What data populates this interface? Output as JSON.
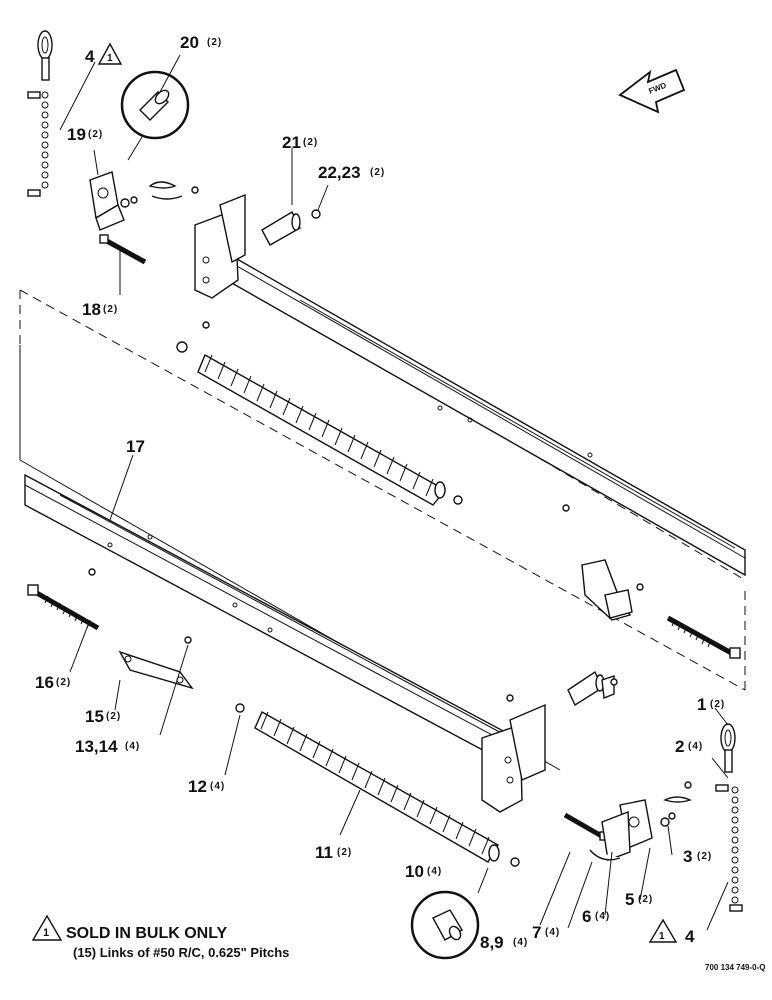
{
  "fwd_label": "FWD",
  "callouts": {
    "c1": {
      "num": "1",
      "qty": "(2)"
    },
    "c2": {
      "num": "2",
      "qty": "(4)"
    },
    "c3": {
      "num": "3",
      "qty": "(2)"
    },
    "c4_top": {
      "num": "4"
    },
    "c4_bottom": {
      "num": "4"
    },
    "c5": {
      "num": "5",
      "qty": "(2)"
    },
    "c6": {
      "num": "6",
      "qty": "(4)"
    },
    "c7": {
      "num": "7",
      "qty": "(4)"
    },
    "c8_9": {
      "num": "8,9",
      "qty": "(4)"
    },
    "c10": {
      "num": "10",
      "qty": "(4)"
    },
    "c11": {
      "num": "11",
      "qty": "(2)"
    },
    "c12": {
      "num": "12",
      "qty": "(4)"
    },
    "c13_14": {
      "num": "13,14",
      "qty": "(4)"
    },
    "c15": {
      "num": "15",
      "qty": "(2)"
    },
    "c16": {
      "num": "16",
      "qty": "(2)"
    },
    "c17": {
      "num": "17"
    },
    "c18": {
      "num": "18",
      "qty": "(2)"
    },
    "c19": {
      "num": "19",
      "qty": "(2)"
    },
    "c20": {
      "num": "20",
      "qty": "(2)"
    },
    "c21": {
      "num": "21",
      "qty": "(2)"
    },
    "c22_23": {
      "num": "22,23",
      "qty": "(2)"
    }
  },
  "note_symbol": "1",
  "note": {
    "title": "SOLD IN BULK ONLY",
    "subtitle": "(15) Links of #50 R/C, 0.625\" Pitchs"
  },
  "drawing_number": "700 134 749-0-Q"
}
